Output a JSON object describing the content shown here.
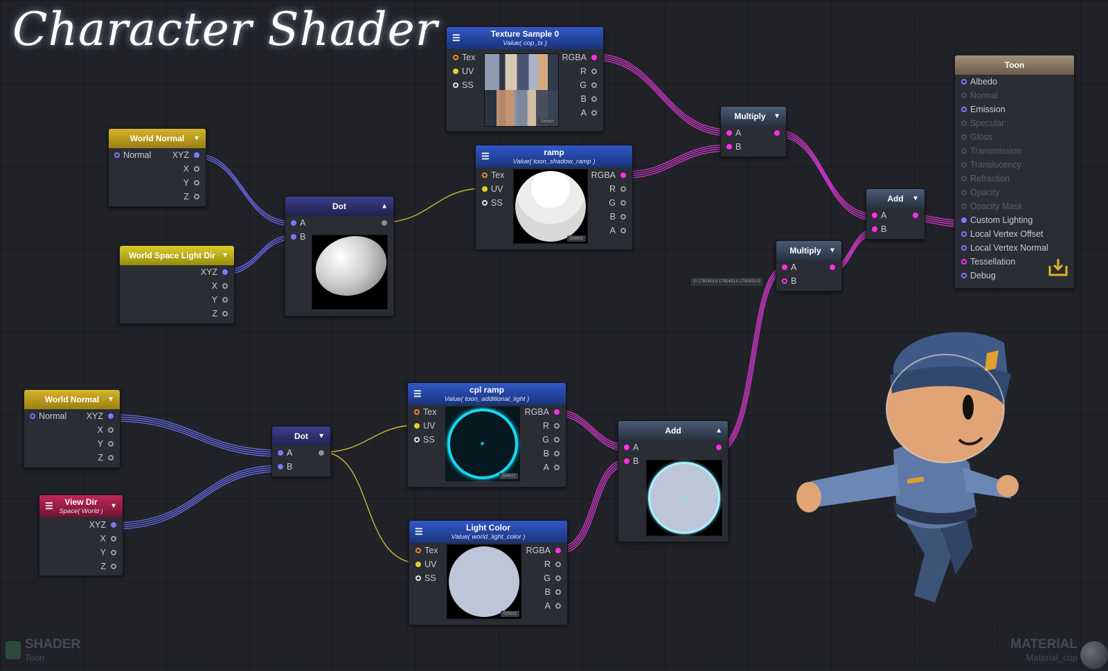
{
  "title": "Character Shader",
  "nodes": {
    "tex0": {
      "title": "Texture Sample 0",
      "subtitle": "Value( cop_tx )",
      "inputs": [
        "Tex",
        "UV",
        "SS"
      ],
      "outputs": [
        "RGBA",
        "R",
        "G",
        "B",
        "A"
      ],
      "select": "Select"
    },
    "wn1": {
      "title": "World Normal",
      "input": "Normal",
      "outputs": [
        "XYZ",
        "X",
        "Y",
        "Z"
      ]
    },
    "wsld": {
      "title": "World Space Light Dir",
      "outputs": [
        "XYZ",
        "X",
        "Y",
        "Z"
      ]
    },
    "dot1": {
      "title": "Dot",
      "inputs": [
        "A",
        "B"
      ]
    },
    "ramp": {
      "title": "ramp",
      "subtitle": "Value( toon_shadow_ramp )",
      "inputs": [
        "Tex",
        "UV",
        "SS"
      ],
      "outputs": [
        "RGBA",
        "R",
        "G",
        "B",
        "A"
      ],
      "select": "Select"
    },
    "mul1": {
      "title": "Multiply",
      "inputs": [
        "A",
        "B"
      ]
    },
    "add1": {
      "title": "Add",
      "inputs": [
        "A",
        "B"
      ]
    },
    "mul2": {
      "title": "Multiply",
      "inputs": [
        "A",
        "B"
      ],
      "value_label": "(0.1792453,0.1792453,0.1792453,0)"
    },
    "toon": {
      "title": "Toon",
      "inputs": [
        "Albedo",
        "Normal",
        "Emission",
        "Specular",
        "Gloss",
        "Transmission",
        "Translucency",
        "Refraction",
        "Opacity",
        "Opacity Mask",
        "Custom Lighting",
        "Local Vertex Offset",
        "Local Vertex Normal",
        "Tessellation",
        "Debug"
      ]
    },
    "wn2": {
      "title": "World Normal",
      "input": "Normal",
      "outputs": [
        "XYZ",
        "X",
        "Y",
        "Z"
      ]
    },
    "viewdir": {
      "title": "View Dir",
      "subtitle": "Space( World )",
      "outputs": [
        "XYZ",
        "X",
        "Y",
        "Z"
      ]
    },
    "dot2": {
      "title": "Dot",
      "inputs": [
        "A",
        "B"
      ]
    },
    "cplramp": {
      "title": "cpl ramp",
      "subtitle": "Value( toon_additional_light )",
      "inputs": [
        "Tex",
        "UV",
        "SS"
      ],
      "outputs": [
        "RGBA",
        "R",
        "G",
        "B",
        "A"
      ],
      "select": "Select"
    },
    "add2": {
      "title": "Add",
      "inputs": [
        "A",
        "B"
      ]
    },
    "lightcolor": {
      "title": "Light Color",
      "subtitle": "Value( world_light_color )",
      "inputs": [
        "Tex",
        "UV",
        "SS"
      ],
      "outputs": [
        "RGBA",
        "R",
        "G",
        "B",
        "A"
      ],
      "select": "Select"
    }
  },
  "footer": {
    "left_title": "SHADER",
    "left_sub": "Toon",
    "right_title": "MATERIAL",
    "right_sub": "Material_cop"
  },
  "colors": {
    "wire_pink": "#d838d0",
    "wire_blue": "#6c6cf0",
    "wire_yellow": "#c8b838",
    "bg": "#212329"
  }
}
